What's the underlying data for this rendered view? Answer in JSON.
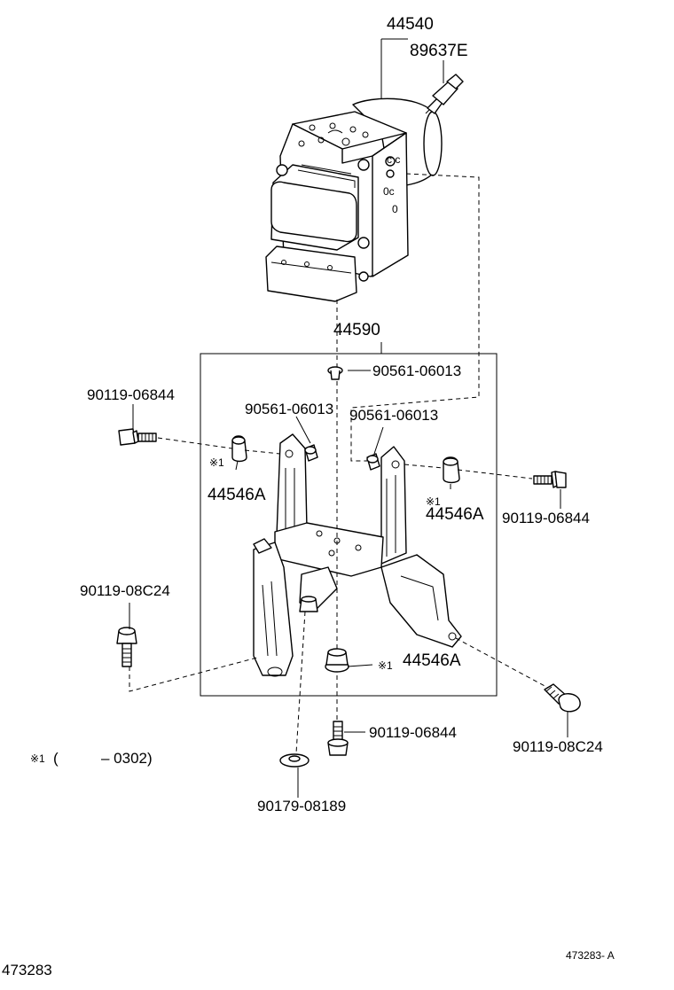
{
  "diagram": {
    "parts": {
      "actuator": "44540",
      "sensor": "89637E",
      "bracket": "44590",
      "retainer_top": "90561-06013",
      "retainer_left": "90561-06013",
      "retainer_right": "90561-06013",
      "bolt_upper_left": "90119-06844",
      "bolt_upper_right": "90119-06844",
      "cushion_left": "44546A",
      "cushion_right": "44546A",
      "cushion_bottom": "44546A",
      "bolt_lower_left": "90119-08C24",
      "bolt_lower_right": "90119-08C24",
      "bolt_bottom": "90119-06844",
      "washer_bottom": "90179-08189"
    },
    "marks": {
      "mark_left": "※1",
      "mark_right": "※1",
      "mark_bottom": "※1"
    },
    "note": {
      "mark": "※1",
      "open_paren": "(",
      "code": "– 0302)"
    },
    "footer": {
      "image_ref": "473283- A",
      "page_id": "473283"
    }
  }
}
